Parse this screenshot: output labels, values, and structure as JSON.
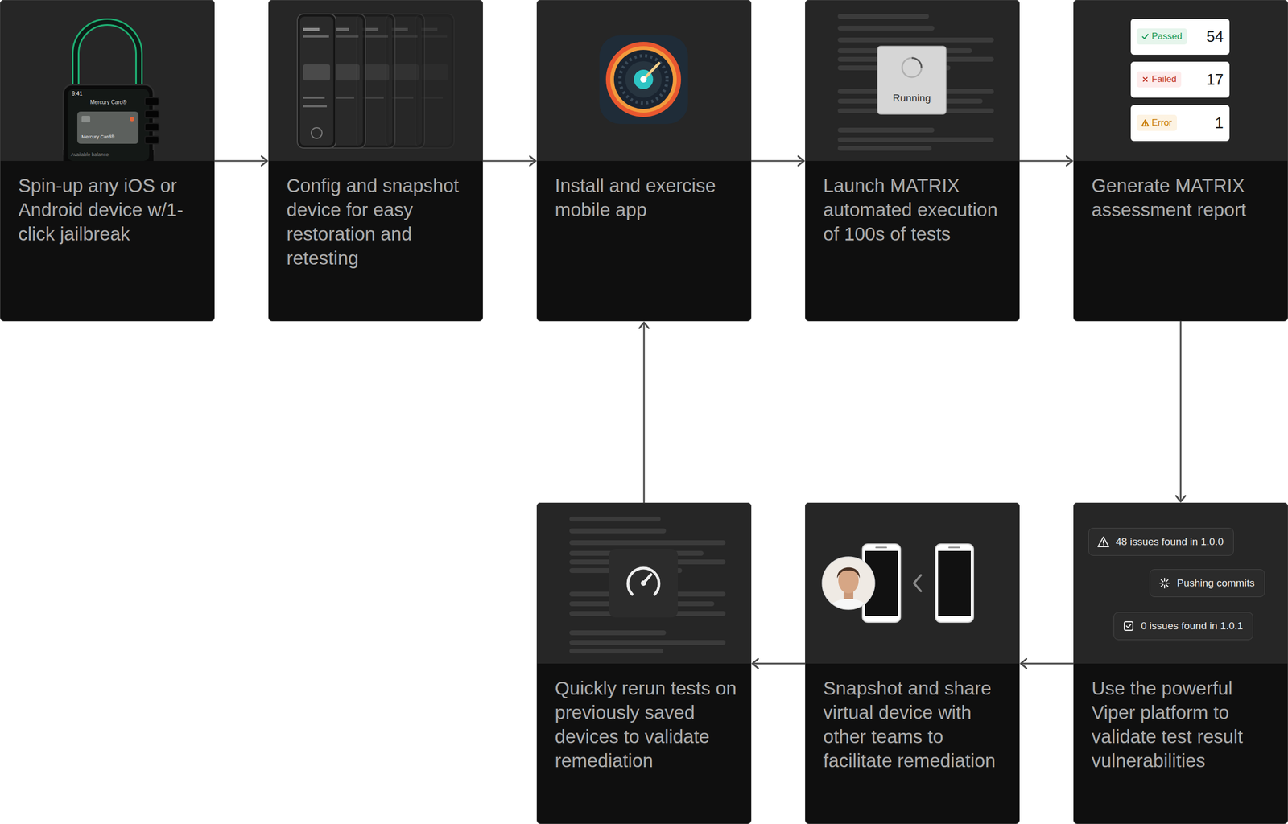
{
  "diagram": {
    "nodes": [
      {
        "text": [
          "Spin-up any iOS or Android device w/1-click jailbreak"
        ]
      },
      {
        "text": [
          "Config and snapshot device for easy restoration and retesting"
        ]
      },
      {
        "text": [
          "Install and exercise mobile app"
        ]
      },
      {
        "text": [
          "Launch MATRIX automated execution of 100s of tests"
        ]
      },
      {
        "text": [
          "Generate MATRIX assessment report"
        ]
      },
      {
        "text": [
          "Use the powerful Viper platform to validate test result vulnerabilities"
        ]
      },
      {
        "text": [
          "Snapshot and share virtual device with other teams to facilitate remediation"
        ]
      },
      {
        "text": [
          "Quickly rerun tests on previously saved devices to validate remediation"
        ]
      }
    ],
    "edges": [
      {
        "from": 0,
        "to": 1,
        "arrow": "to"
      },
      {
        "from": 1,
        "to": 2,
        "arrow": "to"
      },
      {
        "from": 2,
        "to": 3,
        "arrow": "to"
      },
      {
        "from": 3,
        "to": 4,
        "arrow": "to"
      },
      {
        "from": 4,
        "to": 5,
        "arrow": "to"
      },
      {
        "from": 5,
        "to": 6,
        "arrow": "to"
      },
      {
        "from": 6,
        "to": 7,
        "arrow": "to"
      },
      {
        "from": 7,
        "to": 2,
        "arrow": "to"
      }
    ],
    "labels": [
      "Running",
      "Passed",
      "54",
      "Failed",
      "17",
      "Error",
      "1",
      "48 issues found in 1.0.0",
      "Pushing commits",
      "0 issues found in 1.0.1",
      "9:41",
      "Mercury Card®",
      "Mercury Card®",
      "Available balance"
    ]
  }
}
